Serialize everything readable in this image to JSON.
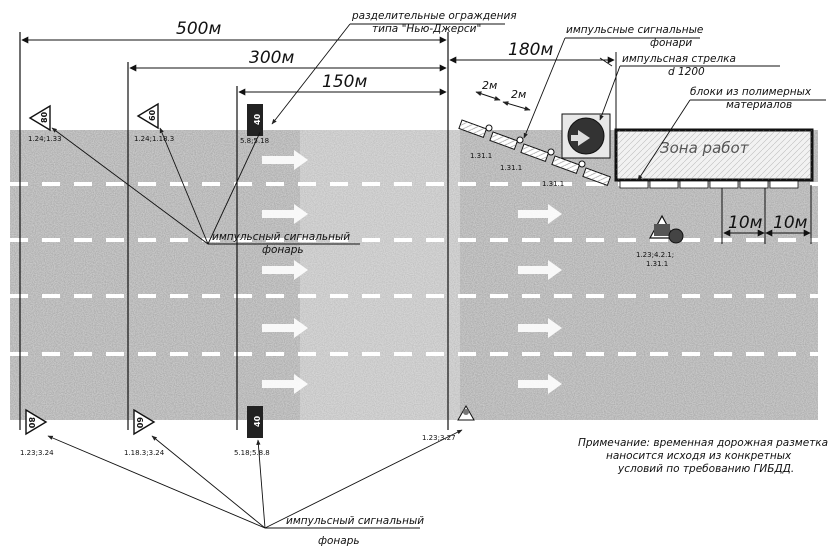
{
  "dimensions": {
    "d500": "500м",
    "d300": "300м",
    "d150": "150м",
    "d180": "180м",
    "d2m_a": "2м",
    "d2m_b": "2м",
    "d10m_a": "10м",
    "d10m_b": "10м"
  },
  "labels": {
    "barrier_line1": "разделительные ограждения",
    "barrier_line2": "типа \"Нью-Джерси\"",
    "impulse_lamps_line1": "импульсные сигнальные",
    "impulse_lamps_line2": "фонари",
    "impulse_arrow_line1": "импульсная стрелка",
    "impulse_arrow_line2": "d 1200",
    "blocks_line1": "блоки из полимерных",
    "blocks_line2": "материалов",
    "work_zone": "Зона работ",
    "impulse_lamp_mid_line1": "импульсный сигнальный",
    "impulse_lamp_mid_line2": "фонарь",
    "impulse_lamp_bottom_line1": "импульсный сигнальный",
    "impulse_lamp_bottom_line2": "фонарь"
  },
  "signs": {
    "top_500_value": "80",
    "top_300_value": "60",
    "top_150_value": "40",
    "bottom_500_value": "80",
    "bottom_300_value": "60",
    "bottom_150_value": "40"
  },
  "codes": {
    "top_500": "1.24;1.33",
    "top_300": "1.24;1.18.3",
    "top_150": "5.8;5.18",
    "taper_1": "1.31.1",
    "taper_2": "1.31.1",
    "taper_3": "1.31.1",
    "work_sign_line1": "1.23;4.2.1;",
    "work_sign_line2": "1.31.1",
    "bottom_500": "1.23;3.24",
    "bottom_300": "1.18.3;3.24",
    "bottom_150": "5.18;5.8.8",
    "bottom_end": "1.23;3.27"
  },
  "note": {
    "line1": "Примечание: временная дорожная разметка",
    "line2": "наносится исходя из конкретных",
    "line3": "условий по требованию ГИБДД."
  }
}
